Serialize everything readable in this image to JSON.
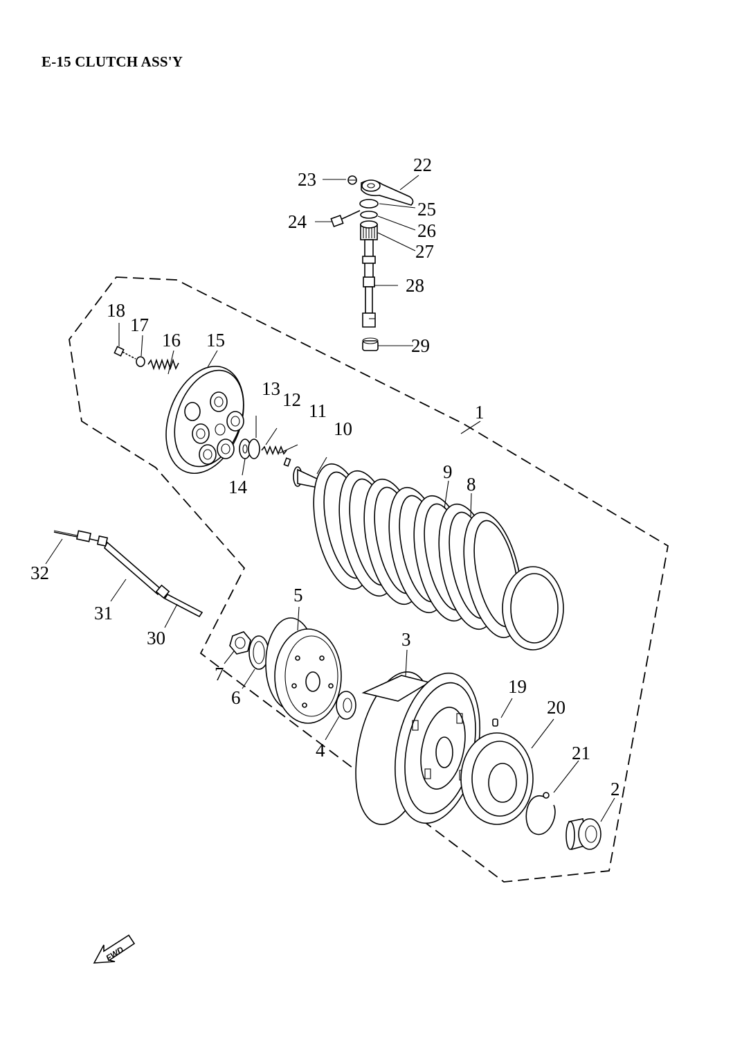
{
  "title": "E-15 CLUTCH ASS'Y",
  "fwd_label": "FWD",
  "callouts": [
    "1",
    "2",
    "3",
    "4",
    "5",
    "6",
    "7",
    "8",
    "9",
    "10",
    "11",
    "12",
    "13",
    "14",
    "15",
    "16",
    "17",
    "18",
    "19",
    "20",
    "21",
    "22",
    "23",
    "24",
    "25",
    "26",
    "27",
    "28",
    "29",
    "30",
    "31",
    "32"
  ],
  "icons": {
    "fwd_arrow": "fwd-arrow-icon"
  }
}
